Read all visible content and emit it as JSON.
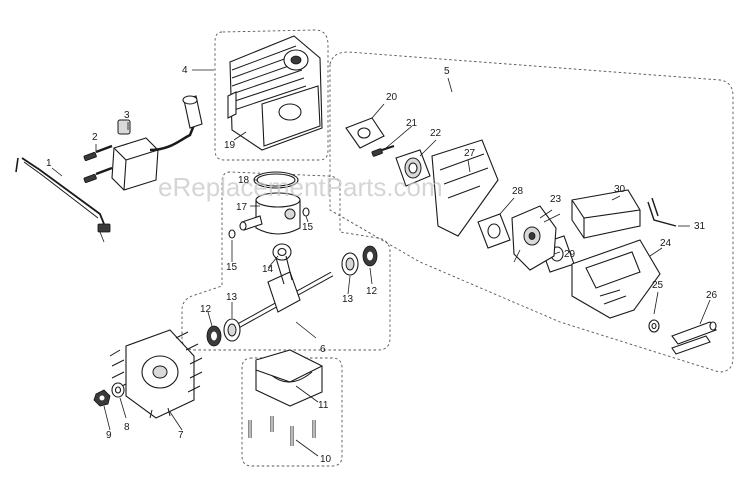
{
  "watermark": "eReplacementParts.com",
  "callouts": [
    {
      "id": "1",
      "label": "1"
    },
    {
      "id": "2",
      "label": "2"
    },
    {
      "id": "3",
      "label": "3"
    },
    {
      "id": "4",
      "label": "4"
    },
    {
      "id": "5",
      "label": "5"
    },
    {
      "id": "6",
      "label": "6"
    },
    {
      "id": "7",
      "label": "7"
    },
    {
      "id": "8",
      "label": "8"
    },
    {
      "id": "9",
      "label": "9"
    },
    {
      "id": "10",
      "label": "10"
    },
    {
      "id": "11",
      "label": "11"
    },
    {
      "id": "12a",
      "label": "12"
    },
    {
      "id": "12b",
      "label": "12"
    },
    {
      "id": "13a",
      "label": "13"
    },
    {
      "id": "13b",
      "label": "13"
    },
    {
      "id": "14",
      "label": "14"
    },
    {
      "id": "15a",
      "label": "15"
    },
    {
      "id": "15b",
      "label": "15"
    },
    {
      "id": "17",
      "label": "17"
    },
    {
      "id": "18",
      "label": "18"
    },
    {
      "id": "19",
      "label": "19"
    },
    {
      "id": "20",
      "label": "20"
    },
    {
      "id": "21",
      "label": "21"
    },
    {
      "id": "22",
      "label": "22"
    },
    {
      "id": "23",
      "label": "23"
    },
    {
      "id": "24",
      "label": "24"
    },
    {
      "id": "25",
      "label": "25"
    },
    {
      "id": "26",
      "label": "26"
    },
    {
      "id": "27",
      "label": "27"
    },
    {
      "id": "28",
      "label": "28"
    },
    {
      "id": "29",
      "label": "29"
    },
    {
      "id": "30",
      "label": "30"
    },
    {
      "id": "31",
      "label": "31"
    }
  ]
}
